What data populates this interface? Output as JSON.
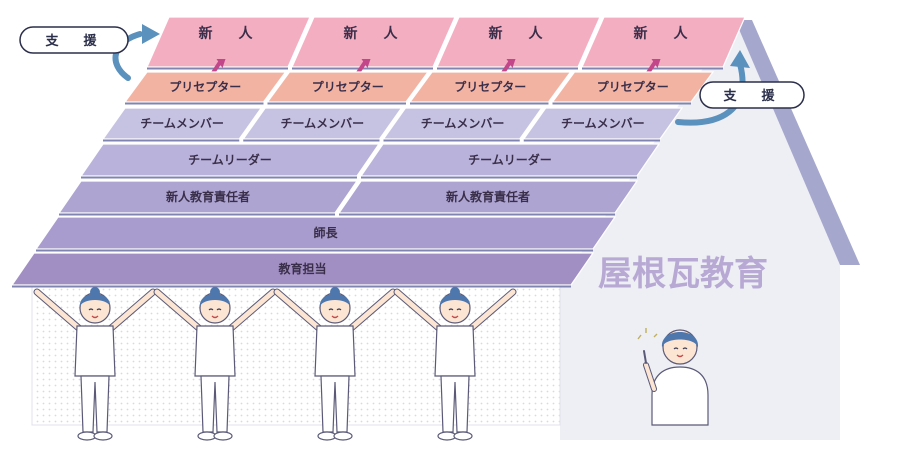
{
  "diagram": {
    "title": "屋根瓦教育",
    "support_labels": [
      "支　援",
      "支　援"
    ],
    "rows": [
      {
        "id": "newcomer",
        "tiles": [
          "新　人",
          "新　人",
          "新　人",
          "新　人"
        ]
      },
      {
        "id": "preceptor",
        "tiles": [
          "プリセプター",
          "プリセプター",
          "プリセプター",
          "プリセプター"
        ]
      },
      {
        "id": "team-member",
        "tiles": [
          "チームメンバー",
          "チームメンバー",
          "チームメンバー",
          "チームメンバー"
        ]
      },
      {
        "id": "team-leader",
        "tiles": [
          "チームリーダー",
          "チームリーダー"
        ]
      },
      {
        "id": "education-lead",
        "tiles": [
          "新人教育責任者",
          "新人教育責任者"
        ]
      },
      {
        "id": "head-nurse",
        "tiles": [
          "師長"
        ]
      },
      {
        "id": "education-officer",
        "tiles": [
          "教育担当"
        ]
      }
    ],
    "colors": {
      "newcomer": "#f4aec2",
      "preceptor": "#f3b3a3",
      "team-member": "#c6c2e2",
      "team-leader": "#b9b2da",
      "education-lead": "#ada4d2",
      "head-nurse": "#a89bcd",
      "education-officer": "#a18fc3",
      "arrow": "#5b91bd",
      "wall": "#eeeef5",
      "roof-edge": "#9fa3c8"
    },
    "icons": [
      "up-arrow-icon",
      "nurse-figure-icon",
      "curved-arrow-icon"
    ]
  }
}
